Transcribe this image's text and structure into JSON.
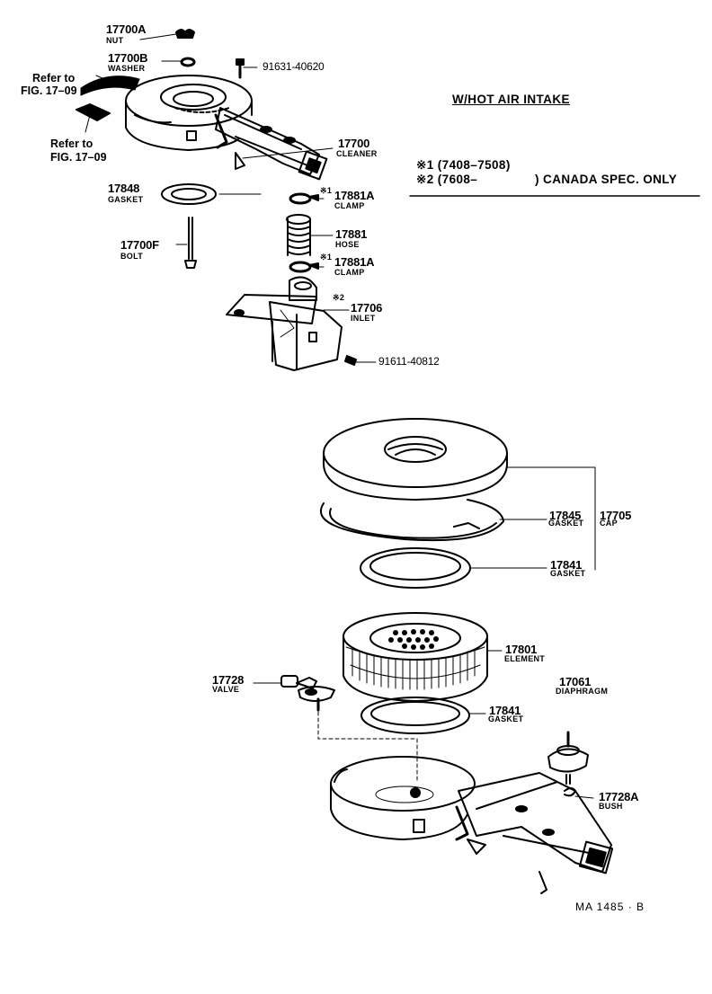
{
  "header": {
    "title": "W/HOT AIR INTAKE",
    "note1": "※1 (7408–7508)",
    "note2_a": "※2 (7608–",
    "note2_b": ") CANADA SPEC. ONLY"
  },
  "marks": {
    "star1": "※1",
    "star2": "※2"
  },
  "refs": {
    "refer_to": "Refer to",
    "fig": "FIG. 17–09"
  },
  "parts": {
    "p17700A": {
      "number": "17700A",
      "name": "NUT"
    },
    "p17700B": {
      "number": "17700B",
      "name": "WASHER"
    },
    "p91631": {
      "number": "91631-40620"
    },
    "p17700": {
      "number": "17700",
      "name": "CLEANER"
    },
    "p17848": {
      "number": "17848",
      "name": "GASKET"
    },
    "p17881A_top": {
      "number": "17881A",
      "name": "CLAMP"
    },
    "p17881": {
      "number": "17881",
      "name": "HOSE"
    },
    "p17881A_bot": {
      "number": "17881A",
      "name": "CLAMP"
    },
    "p17700F": {
      "number": "17700F",
      "name": "BOLT"
    },
    "p17706": {
      "number": "17706",
      "name": "INLET"
    },
    "p91611": {
      "number": "91611-40812"
    },
    "p17845": {
      "number": "17845",
      "name": "GASKET"
    },
    "p17705": {
      "number": "17705",
      "name": "CAP"
    },
    "p17841_top": {
      "number": "17841",
      "name": "GASKET"
    },
    "p17801": {
      "number": "17801",
      "name": "ELEMENT"
    },
    "p17728": {
      "number": "17728",
      "name": "VALVE"
    },
    "p17841_bot": {
      "number": "17841",
      "name": "GASKET"
    },
    "p17061": {
      "number": "17061",
      "name": "DIAPHRAGM"
    },
    "p17728A": {
      "number": "17728A",
      "name": "BUSH"
    }
  },
  "footer": {
    "code": "MA 1485 · B"
  }
}
